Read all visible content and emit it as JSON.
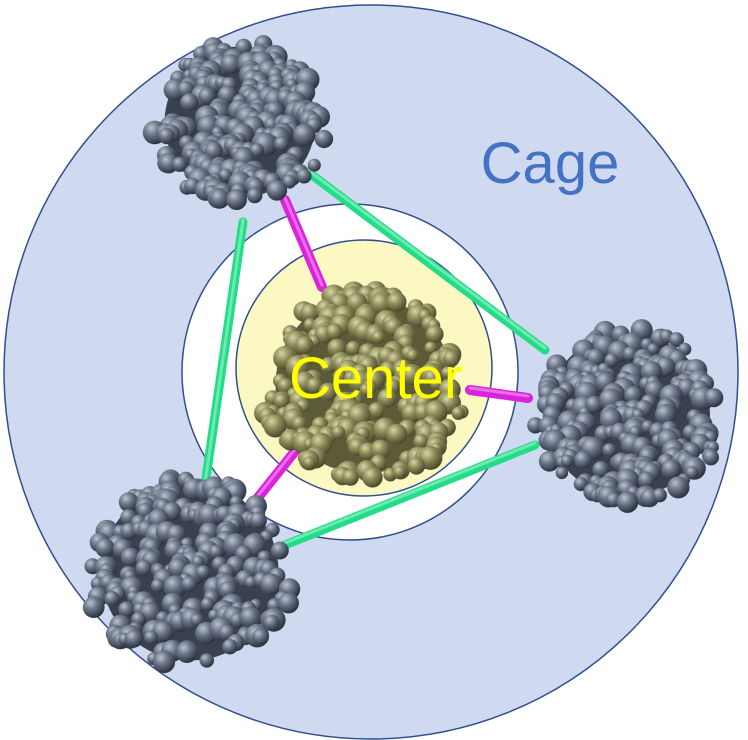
{
  "labels": {
    "cage": "Cage",
    "center": "Center"
  },
  "colors": {
    "cage_fill": "#cfdaf0",
    "cage_stroke": "#2f4f8f",
    "inner_ring_fill": "#ffffff",
    "center_zone_fill": "#fbf8c2",
    "center_zone_stroke": "#2f4f8f",
    "cage_label": "#4472c4",
    "center_label": "#ffff00",
    "cage_link": "#22dd88",
    "center_link": "#dd22dd",
    "cage_protein": "#5a6474",
    "center_protein": "#8c8a58"
  },
  "nodes": [
    {
      "id": "cage-protein-top-left",
      "role": "cage"
    },
    {
      "id": "cage-protein-right",
      "role": "cage"
    },
    {
      "id": "cage-protein-bottom-left",
      "role": "cage"
    },
    {
      "id": "center-protein",
      "role": "center"
    }
  ],
  "links": [
    {
      "from": "cage-protein-top-left",
      "to": "cage-protein-right",
      "type": "cage_link"
    },
    {
      "from": "cage-protein-right",
      "to": "cage-protein-bottom-left",
      "type": "cage_link"
    },
    {
      "from": "cage-protein-bottom-left",
      "to": "cage-protein-top-left",
      "type": "cage_link"
    },
    {
      "from": "center-protein",
      "to": "cage-protein-top-left",
      "type": "center_link"
    },
    {
      "from": "center-protein",
      "to": "cage-protein-right",
      "type": "center_link"
    },
    {
      "from": "center-protein",
      "to": "cage-protein-bottom-left",
      "type": "center_link"
    }
  ]
}
